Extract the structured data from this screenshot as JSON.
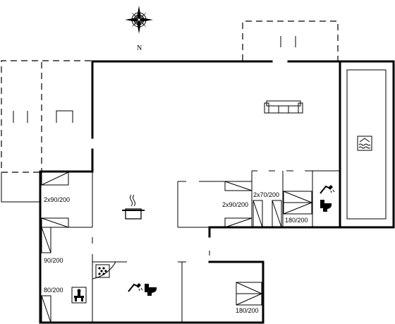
{
  "compass": {
    "label": "N"
  },
  "rooms": {
    "left_upper_bed": {
      "label": "2x90/200"
    },
    "left_middle_bed": {
      "label": "90/200"
    },
    "left_lower_bed": {
      "label": "80/200"
    },
    "center_bed": {
      "label": "2x90/200"
    },
    "small_bed_a": {
      "label": "2x70/200"
    },
    "small_bed_b": {
      "label": "180/200"
    },
    "bottom_bed": {
      "label": "180/200"
    }
  },
  "icons": [
    "compass-icon",
    "sofa-icon",
    "pool-icon",
    "cooking-pot-icon",
    "shower-icon",
    "toilet-icon",
    "stove-icon",
    "sauna-icon"
  ]
}
